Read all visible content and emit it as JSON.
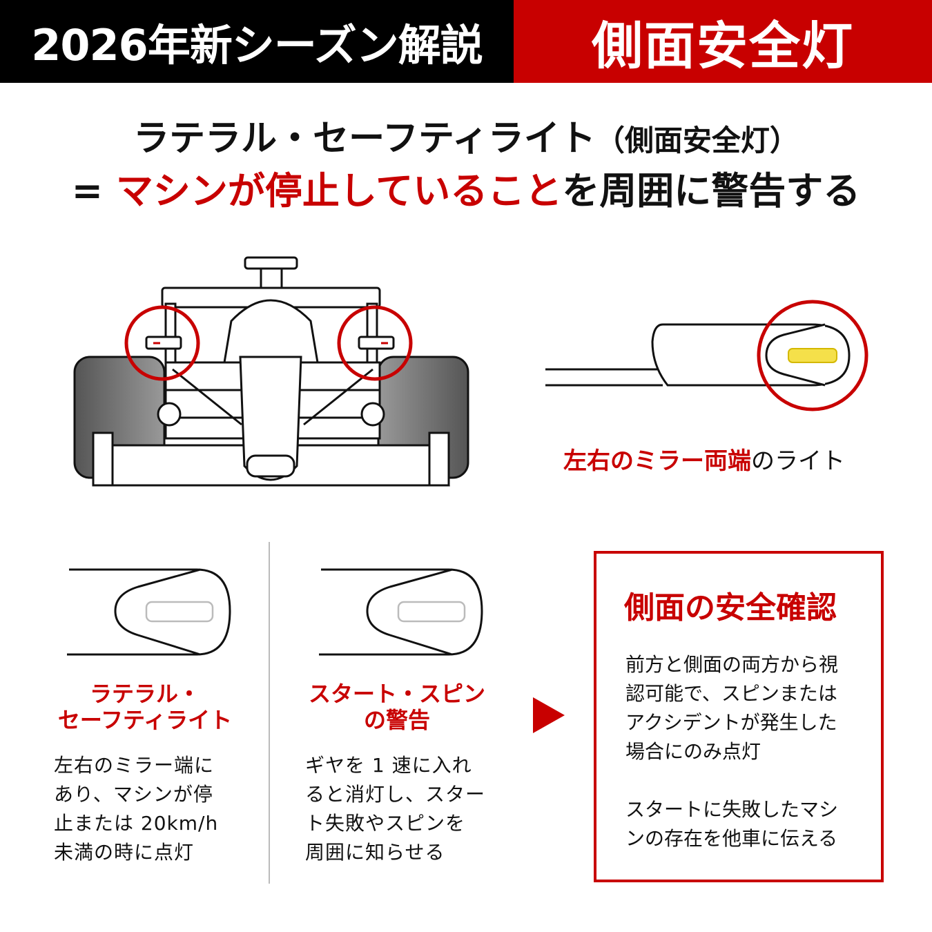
{
  "header": {
    "left_title": "2026年新シーズン解説",
    "right_title": "側面安全灯"
  },
  "headline": {
    "line1": "ラテラル・セーフティライト",
    "line1_paren": "（側面安全灯）",
    "line2_prefix": "= ",
    "line2_highlight": "マシンが停止していること",
    "line2_rest": "を周囲に警告する"
  },
  "mirror_caption": {
    "highlight": "左右のミラー両端",
    "rest": "のライト"
  },
  "columns": [
    {
      "title_lines": [
        "ラテラル・",
        "セーフティライト"
      ],
      "body_lines": [
        "左右のミラー端に",
        "あり、マシンが停",
        "止または 20km/h",
        "未満の時に点灯"
      ]
    },
    {
      "title_lines": [
        "スタート・スピン",
        "の警告"
      ],
      "body_lines": [
        "ギヤを 1 速に入れ",
        "ると消灯し、スター",
        "ト失敗やスピンを",
        "周囲に知らせる"
      ]
    }
  ],
  "summary_box": {
    "title": "側面の安全確認",
    "para1_lines": [
      "前方と側面の両方から視",
      "認可能で、スピンまたは",
      "アクシデントが発生した",
      "場合にのみ点灯"
    ],
    "para2_lines": [
      "スタートに失敗したマシ",
      "ンの存在を他車に伝える"
    ]
  },
  "colors": {
    "accent": "#c80000",
    "light_on": "#f5e04a",
    "light_off": "#ffffff"
  }
}
